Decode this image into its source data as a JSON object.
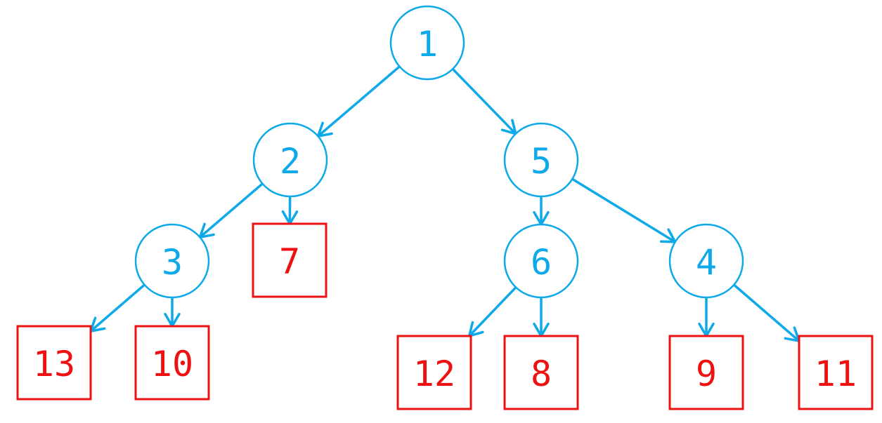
{
  "colors": {
    "internal": "#0ea9e9",
    "leaf": "#ee1111",
    "background": "#ffffff"
  },
  "diagram": {
    "nodes": {
      "n1": {
        "label": "1",
        "kind": "internal"
      },
      "n2": {
        "label": "2",
        "kind": "internal"
      },
      "n5": {
        "label": "5",
        "kind": "internal"
      },
      "n3": {
        "label": "3",
        "kind": "internal"
      },
      "n7": {
        "label": "7",
        "kind": "leaf"
      },
      "n6": {
        "label": "6",
        "kind": "internal"
      },
      "n4": {
        "label": "4",
        "kind": "internal"
      },
      "n13": {
        "label": "13",
        "kind": "leaf"
      },
      "n10": {
        "label": "10",
        "kind": "leaf"
      },
      "n12": {
        "label": "12",
        "kind": "leaf"
      },
      "n8": {
        "label": "8",
        "kind": "leaf"
      },
      "n9": {
        "label": "9",
        "kind": "leaf"
      },
      "n11": {
        "label": "11",
        "kind": "leaf"
      }
    },
    "edges": [
      [
        "n1",
        "n2"
      ],
      [
        "n1",
        "n5"
      ],
      [
        "n2",
        "n3"
      ],
      [
        "n2",
        "n7"
      ],
      [
        "n5",
        "n6"
      ],
      [
        "n5",
        "n4"
      ],
      [
        "n3",
        "n13"
      ],
      [
        "n3",
        "n10"
      ],
      [
        "n6",
        "n12"
      ],
      [
        "n6",
        "n8"
      ],
      [
        "n4",
        "n9"
      ],
      [
        "n4",
        "n11"
      ]
    ]
  }
}
